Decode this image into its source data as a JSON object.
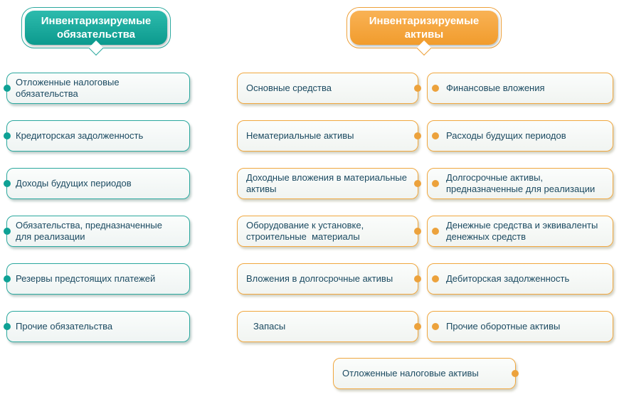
{
  "palette": {
    "teal": "#0FA99C",
    "orange": "#F5A73E",
    "text_navy": "#1B4A61",
    "box_background": "#F5F8F7"
  },
  "liabilities": {
    "header": "Инвентаризируемые\nобязательства",
    "items": [
      "Отложенные налоговые обязательства",
      "Кредиторская задолженность",
      "Доходы будущих периодов",
      "Обязательства, предназначенные\nдля реализации",
      "Резервы предстоящих платежей",
      "Прочие обязательства"
    ]
  },
  "assets": {
    "header": "Инвентаризируемые\nактивы",
    "column1": [
      "Основные средства",
      "Нематериальные активы",
      "Доходные вложения в материальные\nактивы",
      "Оборудование к установке,\nстроительные  материалы",
      "Вложения в долгосрочные активы",
      "Запасы"
    ],
    "column2": [
      "Финансовые вложения",
      "Расходы будущих периодов",
      "Долгосрочные активы,\nпредназначенные для реализации",
      "Денежные средства и эквиваленты\nденежных средств",
      "Дебиторская задолженность",
      "Прочие оборотные активы"
    ],
    "footer_item": "Отложенные налоговые активы"
  }
}
